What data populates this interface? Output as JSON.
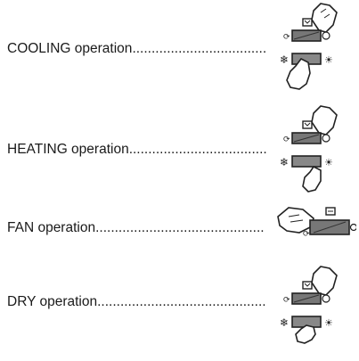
{
  "operations": [
    {
      "label": "COOLING operation",
      "switch": "cooling"
    },
    {
      "label": "HEATING operation",
      "switch": "heating"
    },
    {
      "label": "FAN operation",
      "switch": "fan"
    },
    {
      "label": "DRY operation",
      "switch": "dry"
    }
  ]
}
